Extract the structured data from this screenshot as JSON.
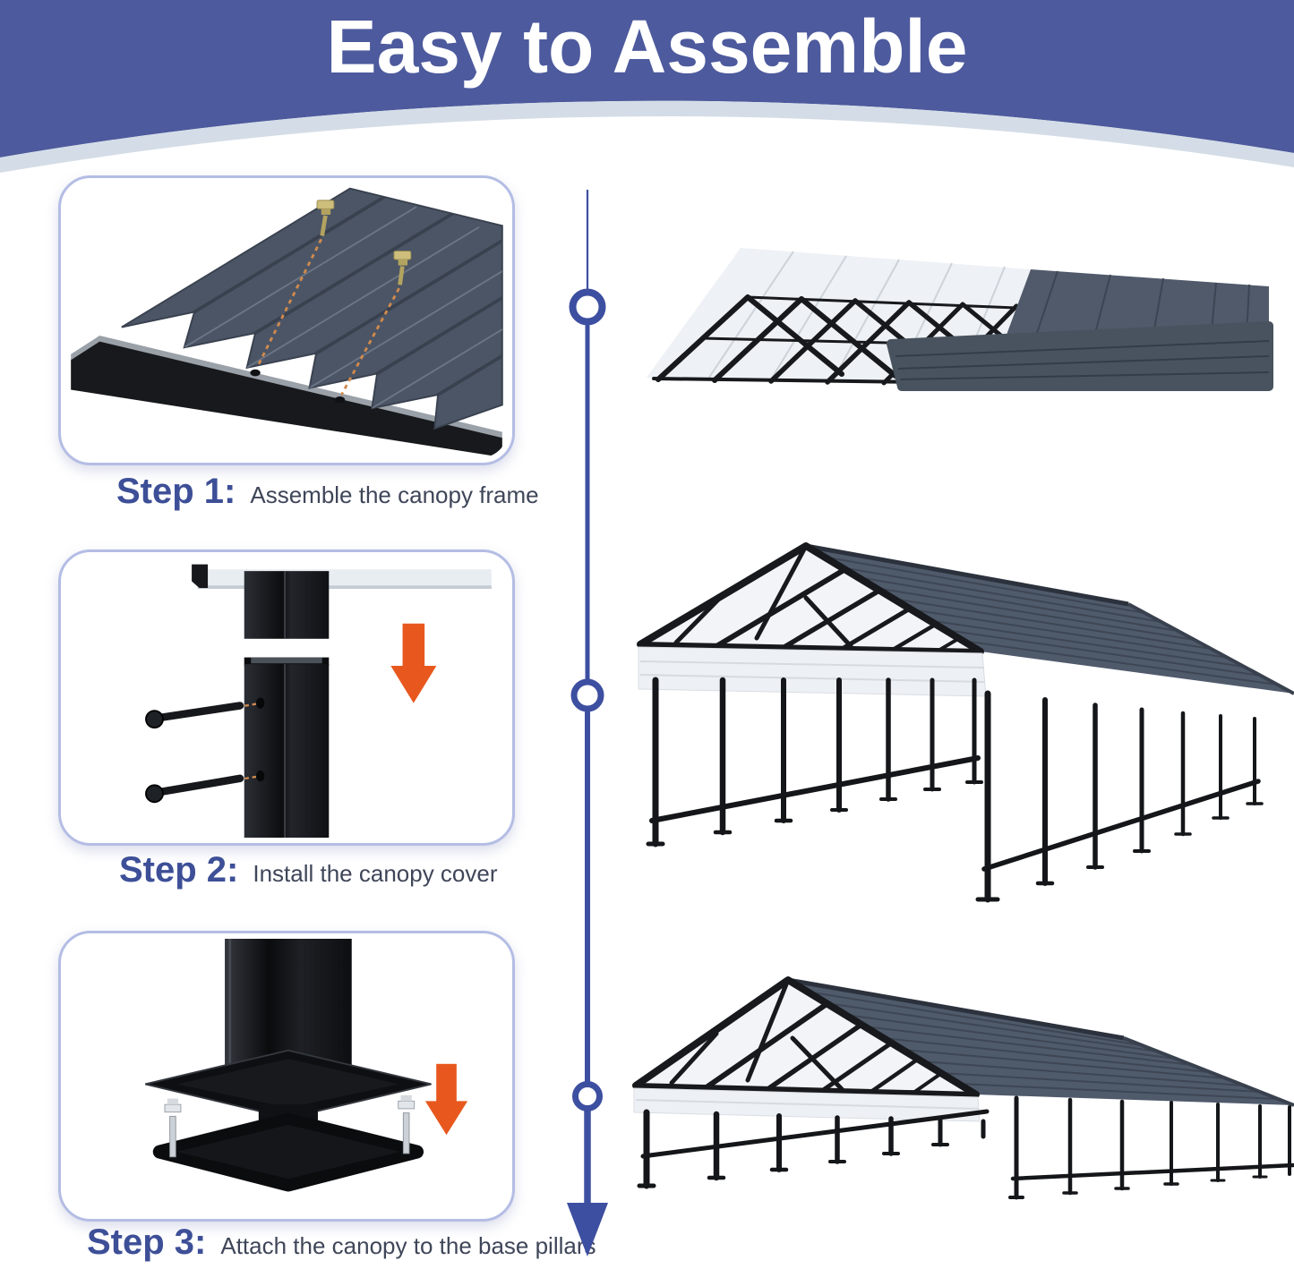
{
  "header": {
    "title": "Easy to Assemble",
    "background_color": "#4D5A9D",
    "curve_band_color": "#D4DDE7",
    "title_color": "#FFFFFF"
  },
  "steps": [
    {
      "label": "Step 1:",
      "description": "Assemble the canopy frame",
      "illustration": "roof-panels-with-self-drilling-screws"
    },
    {
      "label": "Step 2:",
      "description": "Install the canopy cover",
      "illustration": "post-sleeve-with-bolts-and-down-arrow"
    },
    {
      "label": "Step 3:",
      "description": "Attach the canopy to the base pillars",
      "illustration": "post-base-plate-with-anchor-bolts-and-down-arrow"
    }
  ],
  "timeline": {
    "direction": "down",
    "node_count": 3,
    "arrowhead": "solid-triangle",
    "color": "#3D4FA0"
  },
  "stages": [
    {
      "name": "canopy-frame-with-roof-panels-partially-installed"
    },
    {
      "name": "completed-canopy-cover-above-base-pillar-frame"
    },
    {
      "name": "fully-assembled-carport"
    }
  ],
  "colors": {
    "step_label_blue": "#3D4F97",
    "description_gray": "#3F4659",
    "arrow_orange": "#E8581E",
    "roof_slate": "#4F5A6B",
    "frame_black": "#17191C",
    "panel_white": "#EEF1F5",
    "screw_gold": "#C9B877",
    "card_border": "#B4BDE4"
  }
}
